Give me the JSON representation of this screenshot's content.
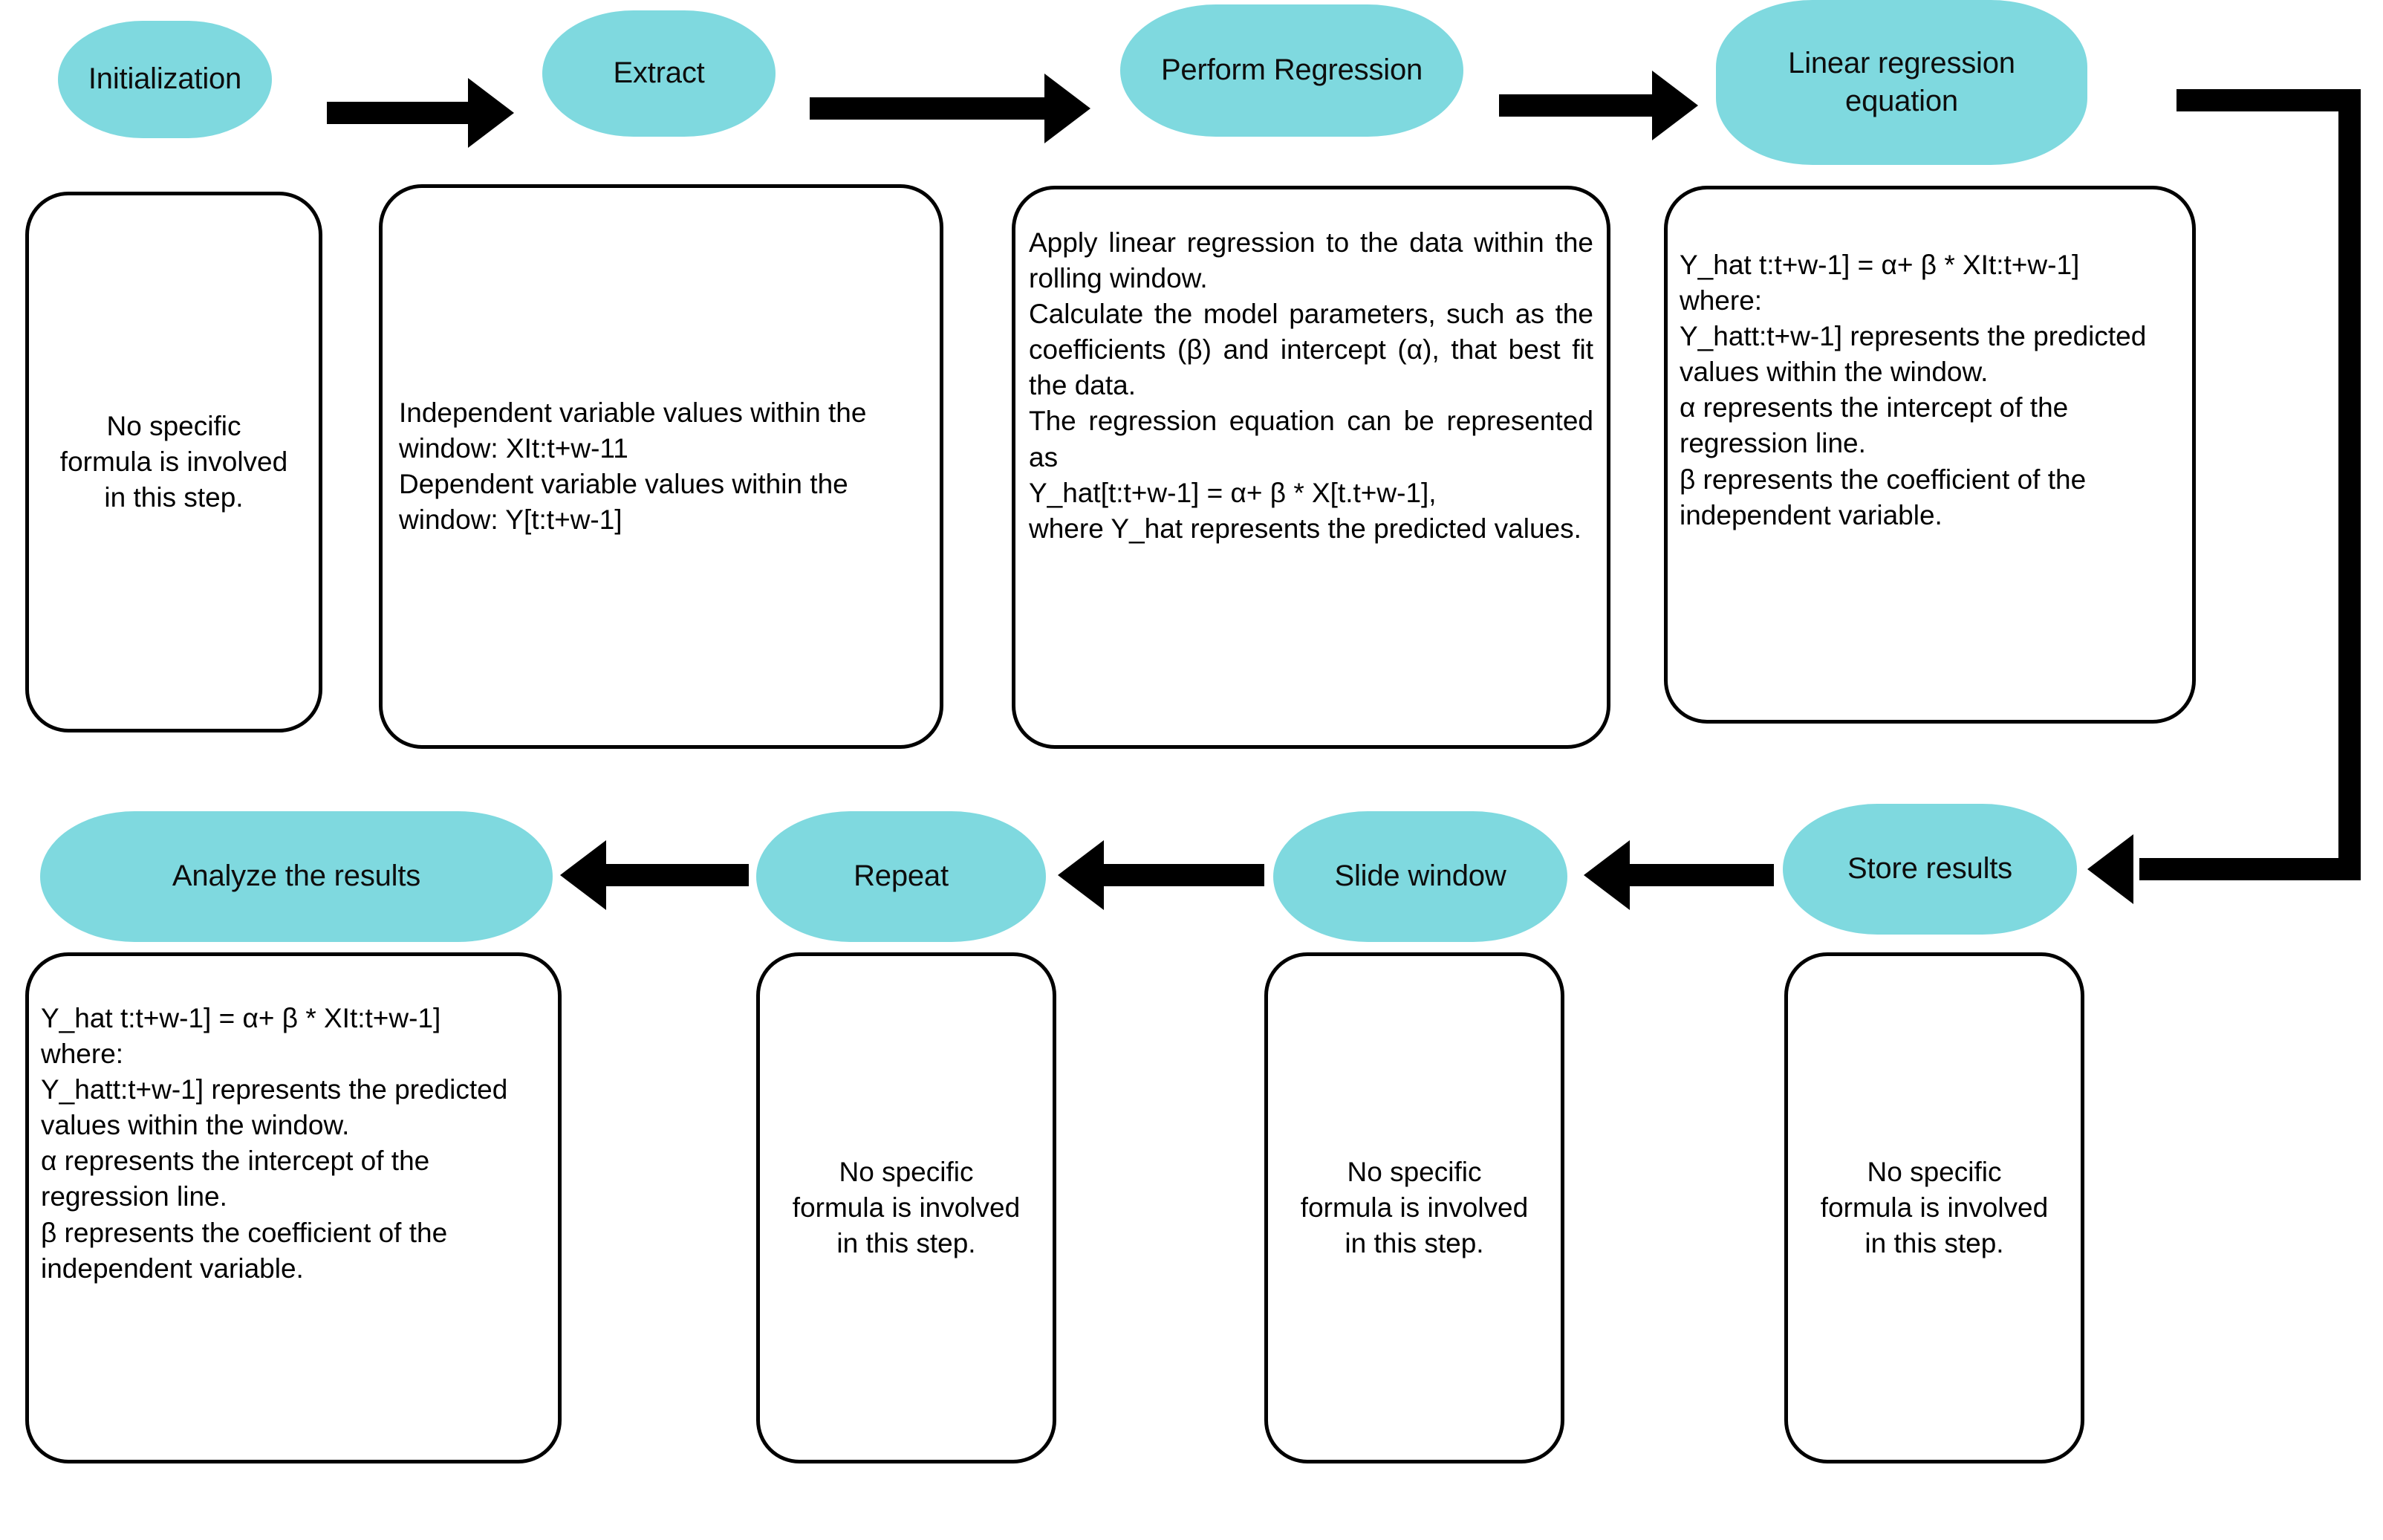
{
  "diagram": {
    "title": "Rolling window linear regression process flowchart",
    "accent_color": "#7FD9DF",
    "line_color": "#000000",
    "background": "#ffffff"
  },
  "top_row": {
    "steps": [
      {
        "id": "initialization",
        "label": "Initialization",
        "detail": "No specific\nformula is involved\nin this step."
      },
      {
        "id": "extract",
        "label": "Extract",
        "detail": "Independent variable values within the window: XIt:t+w-11\nDependent variable values within the window: Y[t:t+w-1]"
      },
      {
        "id": "perform-regression",
        "label": "Perform Regression",
        "detail": "Apply linear regression to the data within the rolling window.\nCalculate the model parameters, such as the coefficients (β) and intercept (α), that best fit the data.\nThe regression equation can be represented as\nY_hat[t:t+w-1] = α+ β * X[t.t+w-1],\nwhere Y_hat represents the predicted values."
      },
      {
        "id": "linear-regression-equation",
        "label": "Linear regression equation",
        "detail": "Y_hat t:t+w-1] = α+ β * XIt:t+w-1]\nwhere:\nY_hatt:t+w-1] represents the predicted values within the window.\nα represents the intercept of the regression line.\nβ represents the coefficient of the independent variable."
      }
    ]
  },
  "bottom_row": {
    "steps": [
      {
        "id": "analyze-the-results",
        "label": "Analyze the results",
        "detail": "Y_hat t:t+w-1] = α+ β * XIt:t+w-1]\nwhere:\nY_hatt:t+w-1] represents the predicted values within the window.\nα represents the intercept of the regression line.\nβ represents the coefficient of the independent variable."
      },
      {
        "id": "repeat",
        "label": "Repeat",
        "detail": "No specific\nformula is involved\nin this step."
      },
      {
        "id": "slide-window",
        "label": "Slide window",
        "detail": "No specific\nformula is involved\nin this step."
      },
      {
        "id": "store-results",
        "label": "Store results",
        "detail": "No specific\nformula is involved\nin this step."
      }
    ]
  },
  "connectors": [
    {
      "id": "initialization-to-extract",
      "direction": "right"
    },
    {
      "id": "extract-to-perform-regression",
      "direction": "right"
    },
    {
      "id": "perform-regression-to-equation",
      "direction": "right"
    },
    {
      "id": "equation-to-store-results",
      "direction": "elbow-down-left"
    },
    {
      "id": "store-results-to-slide-window",
      "direction": "left"
    },
    {
      "id": "slide-window-to-repeat",
      "direction": "left"
    },
    {
      "id": "repeat-to-analyze-the-results",
      "direction": "left"
    }
  ]
}
